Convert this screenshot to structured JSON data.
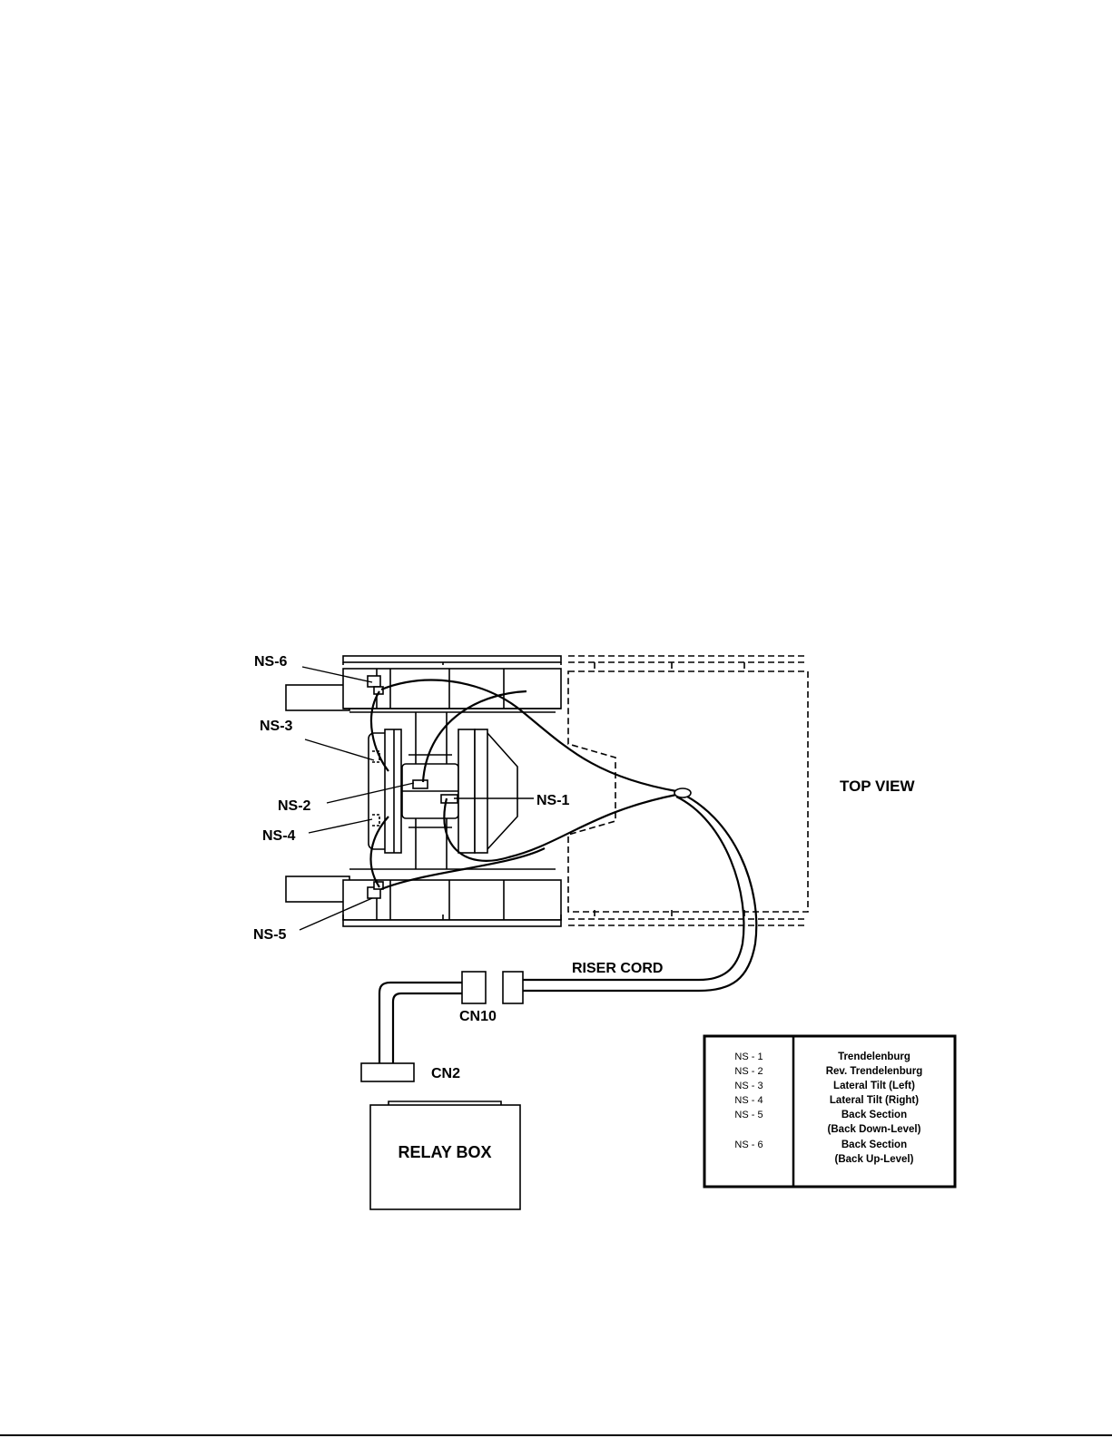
{
  "diagram": {
    "view_label": "TOP VIEW",
    "switch_labels": {
      "ns1": "NS-1",
      "ns2": "NS-2",
      "ns3": "NS-3",
      "ns4": "NS-4",
      "ns5": "NS-5",
      "ns6": "NS-6"
    },
    "riser_cord": "RISER CORD",
    "cn10": "CN10",
    "cn2": "CN2",
    "relay_box": "RELAY BOX"
  },
  "legend": {
    "rows": [
      {
        "code": "NS - 1",
        "lines": [
          "Trendelenburg"
        ]
      },
      {
        "code": "NS - 2",
        "lines": [
          "Rev. Trendelenburg"
        ]
      },
      {
        "code": "NS - 3",
        "lines": [
          "Lateral Tilt (Left)"
        ]
      },
      {
        "code": "NS - 4",
        "lines": [
          "Lateral Tilt (Right)"
        ]
      },
      {
        "code": "NS - 5",
        "lines": [
          "Back Section",
          "(Back Down-Level)"
        ]
      },
      {
        "code": "NS - 6",
        "lines": [
          "Back Section",
          "(Back Up-Level)"
        ]
      }
    ]
  }
}
